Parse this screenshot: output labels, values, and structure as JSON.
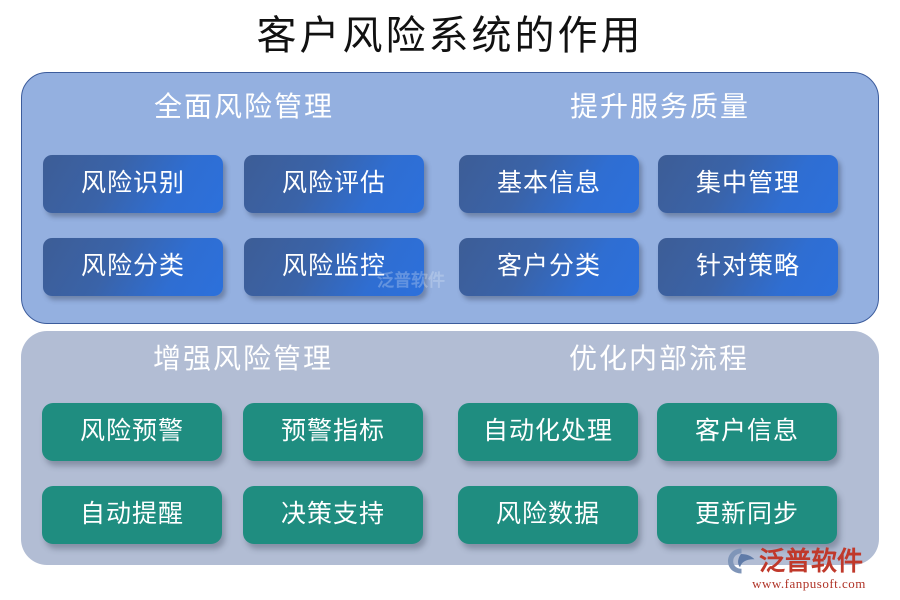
{
  "title": "客户风险系统的作用",
  "colors": {
    "title_text": "#111111",
    "panel_blue_bg": "#94b0e0",
    "panel_blue_border": "#3c5c9c",
    "panel_gray_bg": "#b2bdd4",
    "item_blue_from": "#3d5d96",
    "item_blue_to": "#2c70dc",
    "item_green": "#1f8d80",
    "heading_text": "#ffffff",
    "logo_red": "#c0392b"
  },
  "panels": [
    {
      "id": "panel-blue",
      "style": "blue",
      "sections": [
        {
          "heading": "全面风险管理",
          "items": [
            "风险识别",
            "风险评估",
            "风险分类",
            "风险监控"
          ]
        },
        {
          "heading": "提升服务质量",
          "items": [
            "基本信息",
            "集中管理",
            "客户分类",
            "针对策略"
          ]
        }
      ]
    },
    {
      "id": "panel-gray",
      "style": "gray",
      "sections": [
        {
          "heading": "增强风险管理",
          "items": [
            "风险预警",
            "预警指标",
            "自动提醒",
            "决策支持"
          ]
        },
        {
          "heading": "优化内部流程",
          "items": [
            "自动化处理",
            "客户信息",
            "风险数据",
            "更新同步"
          ]
        }
      ]
    }
  ],
  "watermark": {
    "center_text": "泛普软件"
  },
  "logo": {
    "mark_icon": "fanpu-swoosh-icon",
    "brand": "泛普软件",
    "url": "www.fanpusoft.com"
  }
}
